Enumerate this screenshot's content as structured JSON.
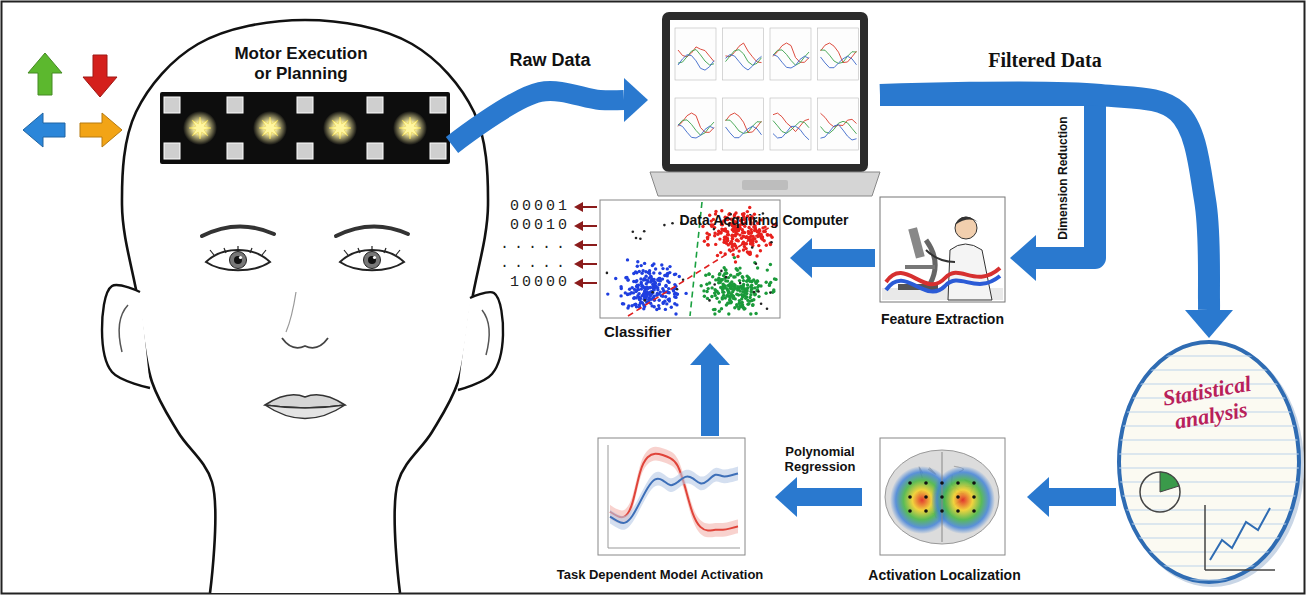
{
  "diagram": {
    "nodes": [
      {
        "text": [
          "Motor Execution or Planning"
        ]
      },
      {
        "text": [
          "Data Acquiring Computer"
        ]
      },
      {
        "text": [
          "Feature Extraction"
        ]
      },
      {
        "text": [
          "Classifier"
        ]
      },
      {
        "text": [
          "Statistical analysis"
        ]
      },
      {
        "text": [
          "Activation Localization"
        ]
      },
      {
        "text": [
          "Task Dependent Model Activation"
        ]
      }
    ],
    "edges": [
      {
        "from": 0,
        "to": 1,
        "arrow": "to",
        "label": "Raw Data"
      },
      {
        "from": 1,
        "to": 2,
        "arrow": "to",
        "label": "Dimension Reduction"
      },
      {
        "from": 1,
        "to": 4,
        "arrow": "to"
      },
      {
        "from": 2,
        "to": 3,
        "arrow": "to"
      },
      {
        "from": 4,
        "to": 5,
        "arrow": "to"
      },
      {
        "from": 5,
        "to": 6,
        "arrow": "to",
        "label": "Polynomial Regression"
      },
      {
        "from": 6,
        "to": 3,
        "arrow": "to"
      }
    ],
    "labels": [
      "Filtered Data",
      "00001",
      "00010",
      ".....",
      ".....",
      "10000"
    ]
  }
}
